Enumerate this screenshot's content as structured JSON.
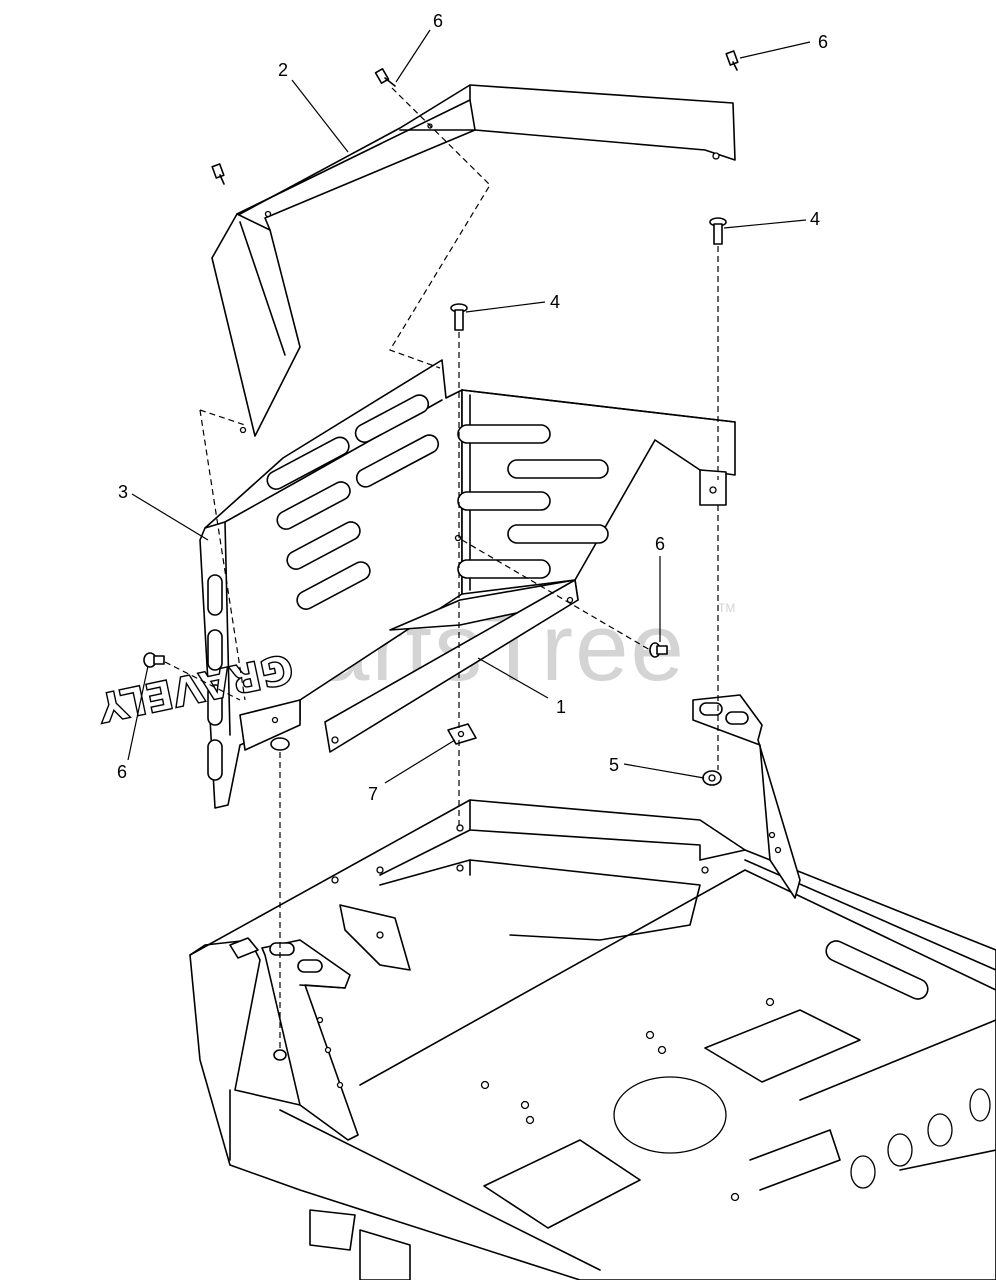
{
  "watermark": {
    "text": "PartsTree",
    "trademark": "TM"
  },
  "panel_logo": "GRAVELY",
  "callouts": [
    {
      "id": "callout-1",
      "label": "1"
    },
    {
      "id": "callout-2",
      "label": "2"
    },
    {
      "id": "callout-3",
      "label": "3"
    },
    {
      "id": "callout-4a",
      "label": "4"
    },
    {
      "id": "callout-4b",
      "label": "4"
    },
    {
      "id": "callout-5",
      "label": "5"
    },
    {
      "id": "callout-6a",
      "label": "6"
    },
    {
      "id": "callout-6b",
      "label": "6"
    },
    {
      "id": "callout-6c",
      "label": "6"
    },
    {
      "id": "callout-6d",
      "label": "6"
    },
    {
      "id": "callout-7",
      "label": "7"
    }
  ]
}
